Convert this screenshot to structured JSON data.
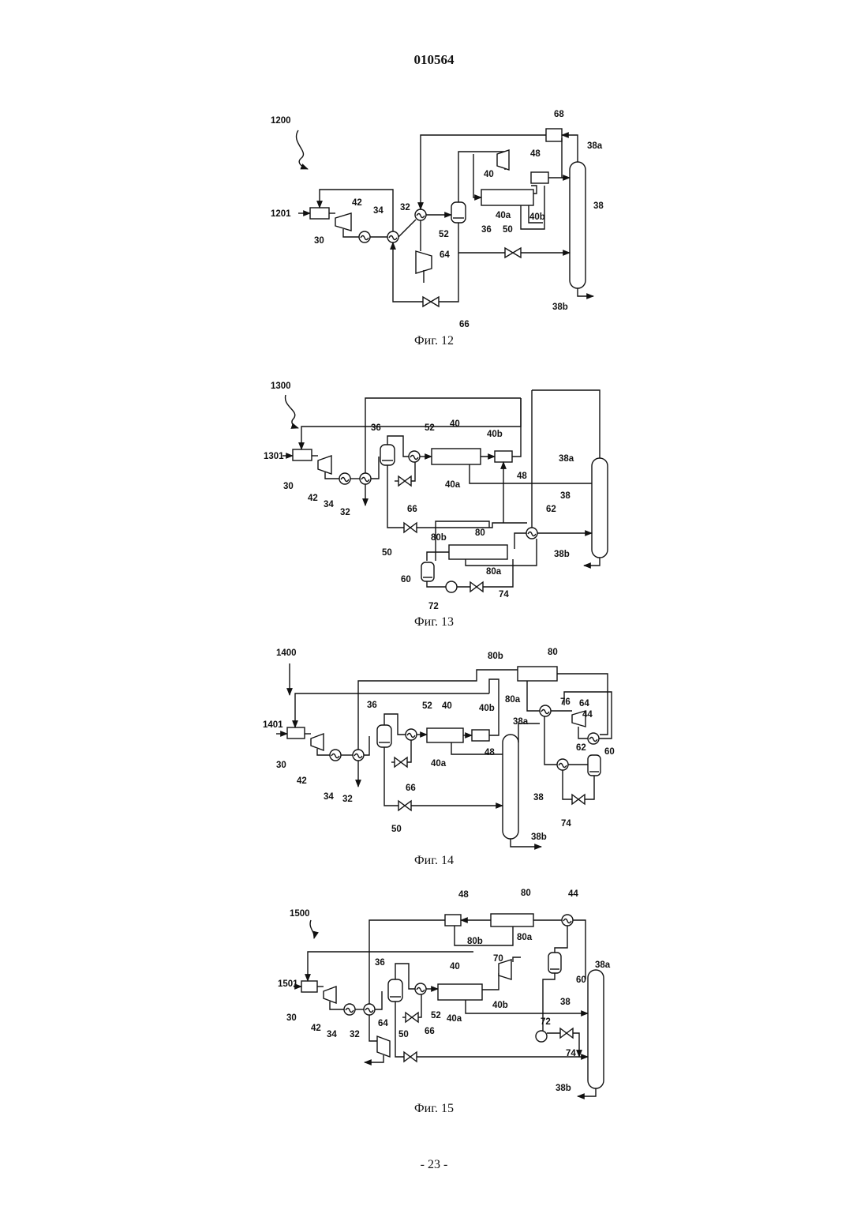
{
  "header": {
    "document_number": "010564"
  },
  "footer": {
    "page_number": "- 23 -"
  },
  "figures": [
    {
      "caption": "Фиг. 12",
      "labels": [
        "1200",
        "1201",
        "30",
        "42",
        "34",
        "32",
        "52",
        "36",
        "64",
        "66",
        "50",
        "40",
        "40a",
        "40b",
        "48",
        "68",
        "38a",
        "38",
        "38b"
      ]
    },
    {
      "caption": "Фиг. 13",
      "labels": [
        "1300",
        "1301",
        "30",
        "42",
        "34",
        "32",
        "36",
        "52",
        "40",
        "40b",
        "40a",
        "48",
        "66",
        "50",
        "80b",
        "80",
        "80a",
        "60",
        "72",
        "74",
        "62",
        "38a",
        "38",
        "38b"
      ]
    },
    {
      "caption": "Фиг. 14",
      "labels": [
        "1400",
        "1401",
        "30",
        "42",
        "34",
        "32",
        "36",
        "52",
        "40",
        "40b",
        "40a",
        "48",
        "66",
        "50",
        "80b",
        "80",
        "80a",
        "76",
        "64",
        "44",
        "62",
        "60",
        "74",
        "38a",
        "38",
        "38b"
      ]
    },
    {
      "caption": "Фиг. 15",
      "labels": [
        "1500",
        "1501",
        "30",
        "42",
        "34",
        "32",
        "64",
        "36",
        "52",
        "66",
        "50",
        "40",
        "40a",
        "40b",
        "70",
        "48",
        "80",
        "80b",
        "80a",
        "44",
        "60",
        "72",
        "74",
        "38a",
        "38",
        "38b"
      ]
    }
  ]
}
